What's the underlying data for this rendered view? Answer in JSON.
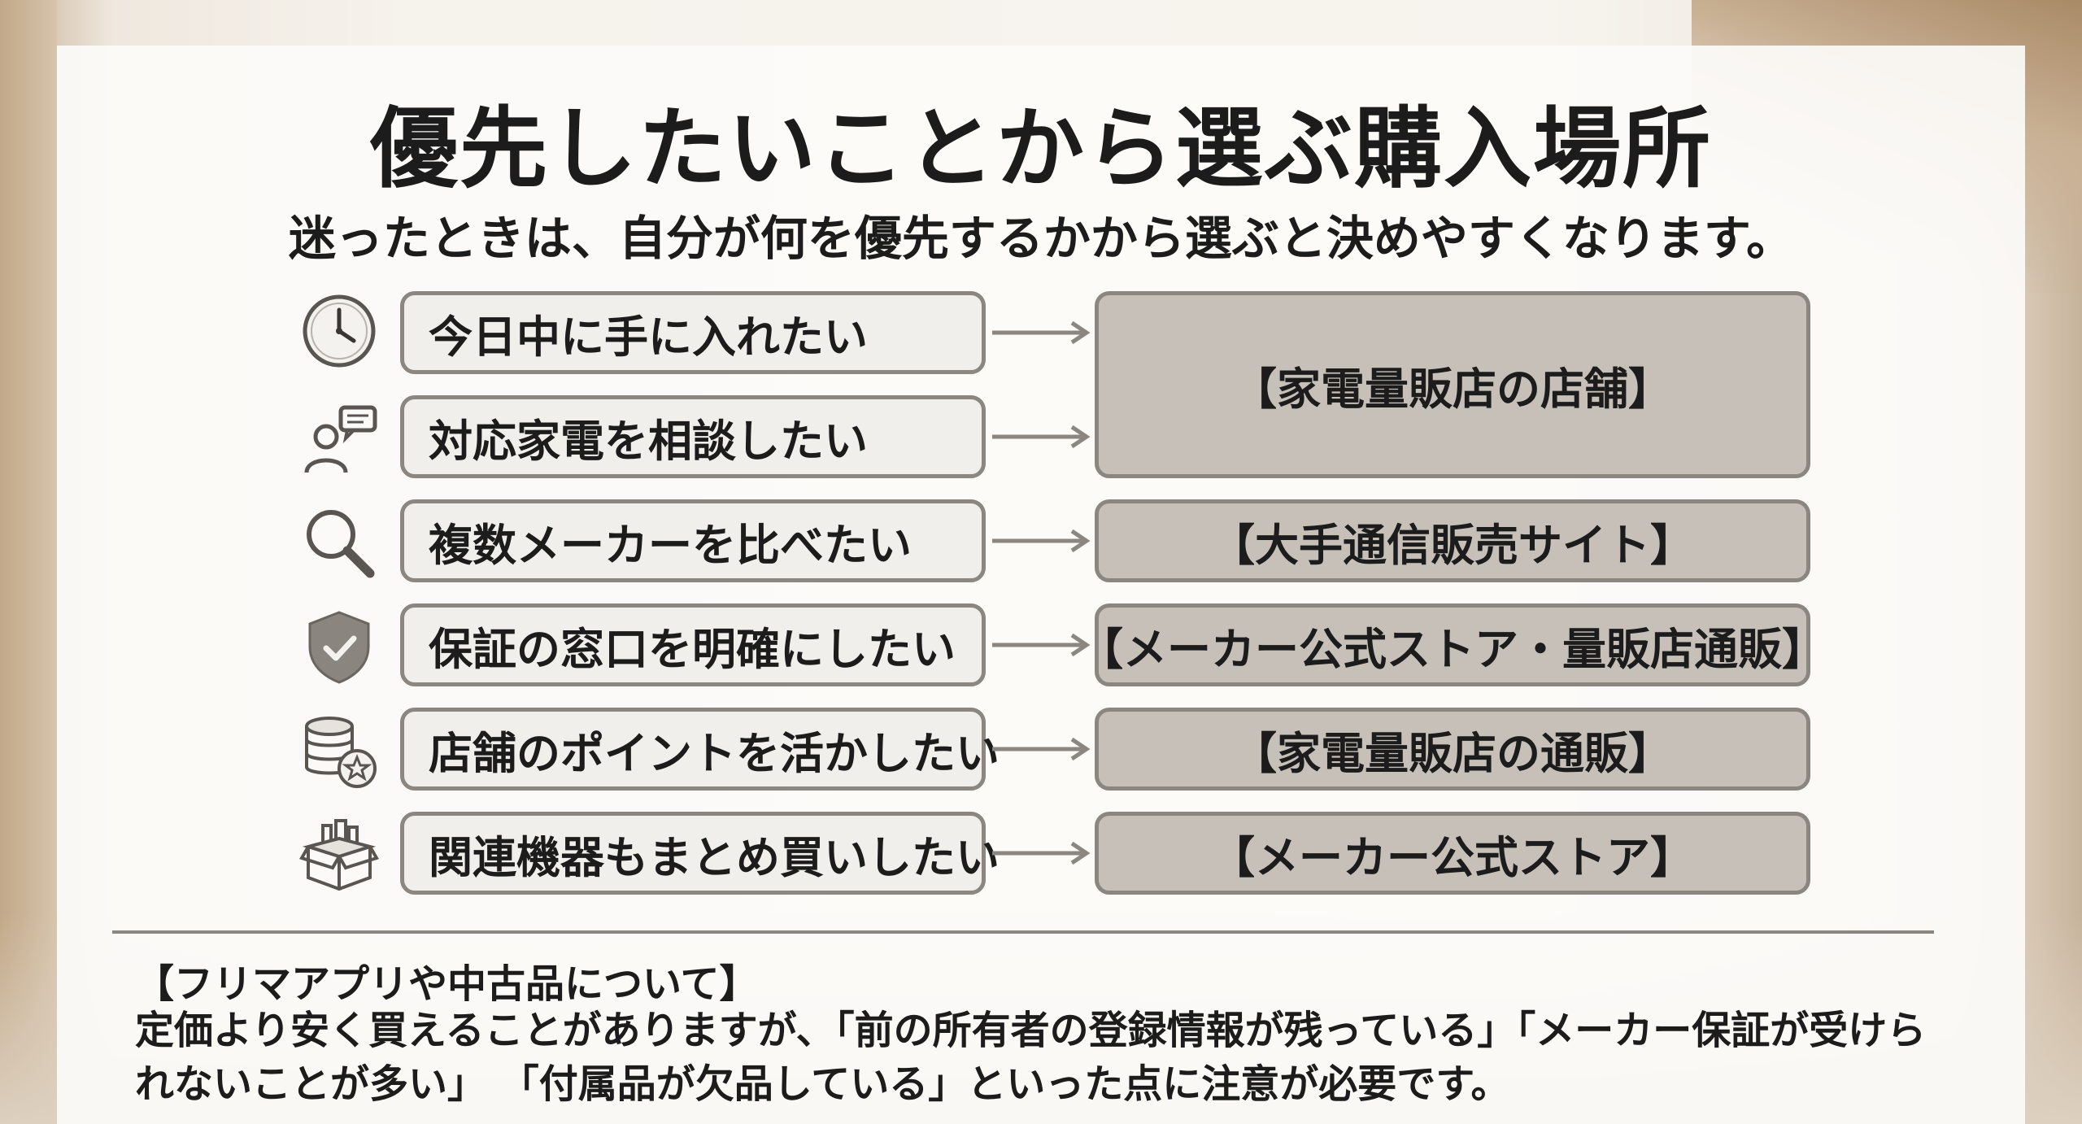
{
  "title": "優先したいことから選ぶ購入場所",
  "subtitle": "迷ったときは、自分が何を優先するかから選ぶと決めやすくなります。",
  "rows": [
    {
      "icon": "clock-icon",
      "priority": "今日中に手に入れたい"
    },
    {
      "icon": "consultation-icon",
      "priority": "対応家電を相談したい"
    },
    {
      "icon": "magnifier-icon",
      "priority": "複数メーカーを比べたい"
    },
    {
      "icon": "shield-check-icon",
      "priority": "保証の窓口を明確にしたい"
    },
    {
      "icon": "coins-star-icon",
      "priority": "店舗のポイントを活かしたい"
    },
    {
      "icon": "box-icon",
      "priority": "関連機器もまとめ買いしたい"
    }
  ],
  "destinations": [
    "【家電量販店の店舗】",
    "【大手通信販売サイト】",
    "【メーカー公式ストア・量販店通販】",
    "【家電量販店の通販】",
    "【メーカー公式ストア】"
  ],
  "note": {
    "title": "【フリマアプリや中古品について】",
    "body": "定価より安く買えることがありますが、「前の所有者の登録情報が残っている」「メーカー保証が受けられないことが多い」 「付属品が欠品している」といった点に注意が必要です。"
  },
  "colors": {
    "priority_box": "#f1efec",
    "destination_box": "#c7c0b9",
    "border": "#8c8680",
    "text": "#1c1c1c"
  }
}
